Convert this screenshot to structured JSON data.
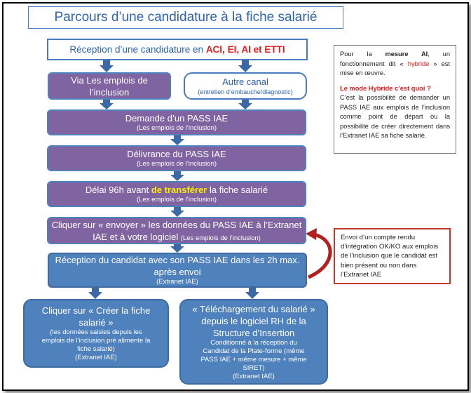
{
  "title": "Parcours d’une candidature à la fiche salarié",
  "reception": {
    "text": "Réception d’une candidature en ",
    "highlight": "ACI, EI, AI et ETTI"
  },
  "via_emplois": {
    "line1": "Via Les emplois de",
    "line2": "l’inclusion"
  },
  "autre_canal": {
    "title": "Autre canal",
    "sub": "(entretien d’embauche/diagnostic)"
  },
  "demande_pass": {
    "main": "Demande d’un PASS IAE",
    "sub": "(Les emplois de l’inclusion)"
  },
  "delivrance_pass": {
    "main": "Délivrance du PASS IAE",
    "sub": "(Les emplois de l’inclusion)"
  },
  "delai": {
    "before": "Délai 96h avant ",
    "highlight": "de transférer",
    "after": " la fiche salarié",
    "sub": "(Les emplois de l’inclusion)"
  },
  "cliquer_envoyer": {
    "line1": "Cliquer sur « envoyer » les données du PASS IAE à l’Extranet",
    "line2": "IAE et à votre logiciel ",
    "line2_sub": "(Les emplois de l’inclusion)"
  },
  "reception_candidat": {
    "line1": "Réception du candidat avec son PASS IAE dans les 2h max.",
    "line2": "après envoi",
    "sub": "(Extranet IAE)"
  },
  "creer_fiche": {
    "line1": "Cliquer sur  « Créer la fiche",
    "line2": "salarié »",
    "sub1": "(les données saisies depuis les",
    "sub2": "emplois de l’inclusion pré alimente la",
    "sub3": "fiche salarié)",
    "sub4": "(Extranet IAE)"
  },
  "telechargement": {
    "line1": "« Téléchargement du salarié »",
    "line2": "depuis le logiciel RH de la",
    "line3": "Structure d’Insertion",
    "sub1": "Conditionné à la réception du",
    "sub2": "Candidat de la Plate-forme (même",
    "sub3": "PASS IAE + même mesure + même",
    "sub4": "SIRET)",
    "sub5": "(Extranet IAE)"
  },
  "info_box": {
    "p1_a": "Pour la ",
    "p1_bold": "mesure AI",
    "p1_b": ", un fonctionnement dit « ",
    "p1_red": "hybride",
    "p1_c": " » est mise en œuvre.",
    "question": "Le mode Hybride c’est quoi ?",
    "p2": "C’est la possibilité de demander un PASS IAE aux emplois de l’inclusion comme point de départ ou la possibilité de créer directement dans l’Extranet IAE sa fiche salarié."
  },
  "envoi_box": {
    "text": "Envoi d’un compte rendu d’intégration OK/KO aux emplois de l’inclusion que le candidat est bien présent ou non dans l’Extranet IAE"
  },
  "colors": {
    "purple": "#8064a2",
    "blue": "#4f81bd",
    "title_blue": "#2f63b0",
    "red": "#e02020",
    "dark_red": "#b02020",
    "yellow": "#ffeb00"
  }
}
